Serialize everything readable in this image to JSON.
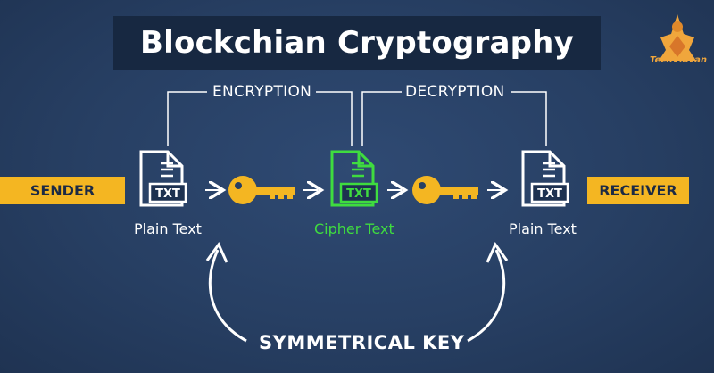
{
  "title": "Blockchian Cryptography",
  "brand": {
    "name": "TechVidvan",
    "color": "#f0a63c"
  },
  "labels": {
    "sender": "SENDER",
    "receiver": "RECEIVER",
    "encryption": "ENCRYPTION",
    "decryption": "DECRYPTION",
    "plain_text_left": "Plain Text",
    "cipher_text": "Cipher Text",
    "plain_text_right": "Plain Text",
    "symmetrical_key": "SYMMETRICAL KEY"
  },
  "documents": [
    {
      "id": "plain-left",
      "badge": "TXT",
      "color": "#ffffff"
    },
    {
      "id": "cipher",
      "badge": "TXT",
      "color": "#3fdc3f"
    },
    {
      "id": "plain-right",
      "badge": "TXT",
      "color": "#ffffff"
    }
  ],
  "icons": [
    "document-icon",
    "key-icon",
    "arrow-right-icon",
    "curved-arrow-icon",
    "logo-icon"
  ],
  "colors": {
    "background": "#273f63",
    "title_box": "#172841",
    "tag": "#f4b622",
    "key": "#f4b622",
    "cipher": "#3fdc3f",
    "line": "#ffffff"
  }
}
